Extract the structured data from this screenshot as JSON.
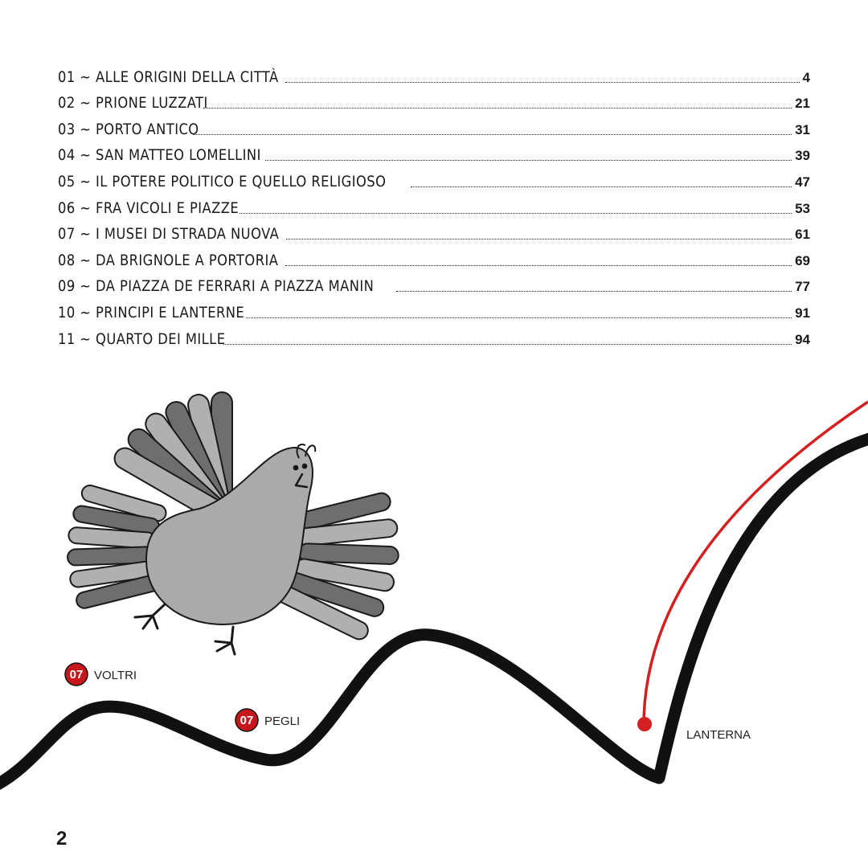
{
  "toc": {
    "entries": [
      {
        "title": "01 ~ Alle origini della città",
        "page": "4"
      },
      {
        "title": "02 ~ Prione Luzzati",
        "page": "21"
      },
      {
        "title": "03 ~ Porto Antico",
        "page": "31"
      },
      {
        "title": "04 ~ San Matteo Lomellini",
        "page": "39"
      },
      {
        "title": "05 ~ Il potere politico e quello religioso",
        "page": "47"
      },
      {
        "title": "06 ~ Fra vicoli e piazze",
        "page": "53"
      },
      {
        "title": "07 ~ I musei di Strada Nuova",
        "page": "61"
      },
      {
        "title": "08 ~ Da Brignole a Portoria",
        "page": "69"
      },
      {
        "title": "09 ~ Da Piazza De Ferrari a Piazza Manin",
        "page": "77"
      },
      {
        "title": "10 ~ Principi e Lanterne",
        "page": "91"
      },
      {
        "title": "11 ~ Quarto dei Mille",
        "page": "94"
      }
    ]
  },
  "map": {
    "stops": [
      {
        "badge": "07",
        "label": "VOLTRI"
      },
      {
        "badge": "07",
        "label": "PEGLI"
      },
      {
        "label": "LANTERNA"
      }
    ],
    "colors": {
      "track": "#111111",
      "route": "#d42020",
      "badge": "#c8161d"
    }
  },
  "illustration": {
    "icon": "pigeon-icon"
  },
  "page_number": "2"
}
